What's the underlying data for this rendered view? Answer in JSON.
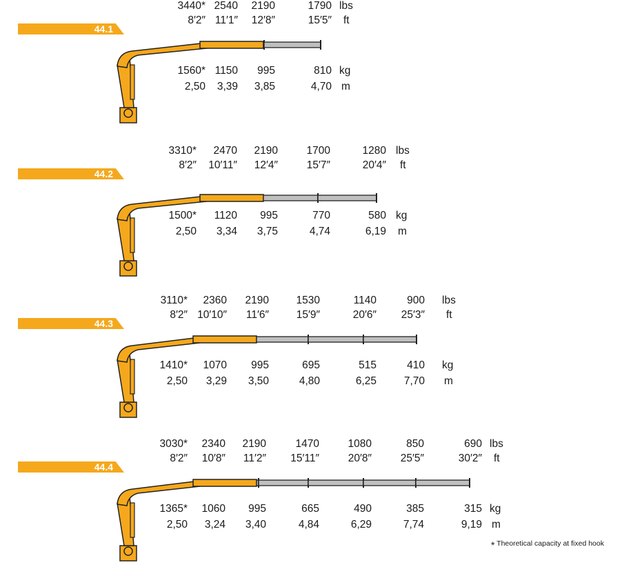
{
  "models": [
    {
      "name": "44.1",
      "units": {
        "lbs": "lbs",
        "ft": "ft",
        "kg": "kg",
        "m": "m"
      },
      "lbs": [
        "3440*",
        "2540",
        "2190",
        "1790"
      ],
      "ft": [
        "8′2″",
        "11′1″",
        "12′8″",
        "15′5″"
      ],
      "kg": [
        "1560*",
        "1150",
        "995",
        "810"
      ],
      "m": [
        "2,50",
        "3,39",
        "3,85",
        "4,70"
      ],
      "extensions": 2
    },
    {
      "name": "44.2",
      "units": {
        "lbs": "lbs",
        "ft": "ft",
        "kg": "kg",
        "m": "m"
      },
      "lbs": [
        "3310*",
        "2470",
        "2190",
        "1700",
        "1280"
      ],
      "ft": [
        "8′2″",
        "10′11″",
        "12′4″",
        "15′7″",
        "20′4″"
      ],
      "kg": [
        "1500*",
        "1120",
        "995",
        "770",
        "580"
      ],
      "m": [
        "2,50",
        "3,34",
        "3,75",
        "4,74",
        "6,19"
      ],
      "extensions": 3
    },
    {
      "name": "44.3",
      "units": {
        "lbs": "lbs",
        "ft": "ft",
        "kg": "kg",
        "m": "m"
      },
      "lbs": [
        "3110*",
        "2360",
        "2190",
        "1530",
        "1140",
        "900"
      ],
      "ft": [
        "8′2″",
        "10′10″",
        "11′6″",
        "15′9″",
        "20′6″",
        "25′3″"
      ],
      "kg": [
        "1410*",
        "1070",
        "995",
        "695",
        "515",
        "410"
      ],
      "m": [
        "2,50",
        "3,29",
        "3,50",
        "4,80",
        "6,25",
        "7,70"
      ],
      "extensions": 4
    },
    {
      "name": "44.4",
      "units": {
        "lbs": "lbs",
        "ft": "ft",
        "kg": "kg",
        "m": "m"
      },
      "lbs": [
        "3030*",
        "2340",
        "2190",
        "1470",
        "1080",
        "850",
        "690"
      ],
      "ft": [
        "8′2″",
        "10′8″",
        "11′2″",
        "15′11″",
        "20′8″",
        "25′5″",
        "30′2″"
      ],
      "kg": [
        "1365*",
        "1060",
        "995",
        "665",
        "490",
        "385",
        "315"
      ],
      "m": [
        "2,50",
        "3,24",
        "3,40",
        "4,84",
        "6,29",
        "7,74",
        "9,19"
      ],
      "extensions": 5
    }
  ],
  "footnote": {
    "star": "*",
    "text": "Theoretical capacity at fixed hook"
  },
  "colors": {
    "accent": "#f5a81c",
    "boom": "#f5a81c",
    "extension": "#bfbfbf",
    "outline": "#222222"
  }
}
